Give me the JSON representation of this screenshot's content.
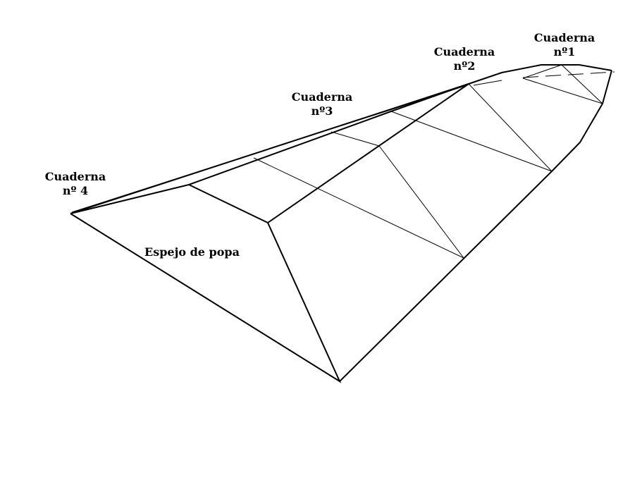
{
  "labels": {
    "cuaderna1": {
      "line1": "Cuaderna",
      "line2": "nº1"
    },
    "cuaderna2": {
      "line1": "Cuaderna",
      "line2": "nº2"
    },
    "cuaderna3": {
      "line1": "Cuaderna",
      "line2": "nº3"
    },
    "cuaderna4": {
      "line1": "Cuaderna",
      "line2": "nº 4"
    },
    "espejo": "Espejo de popa"
  },
  "colors": {
    "line": "#000000",
    "background": "#ffffff"
  }
}
